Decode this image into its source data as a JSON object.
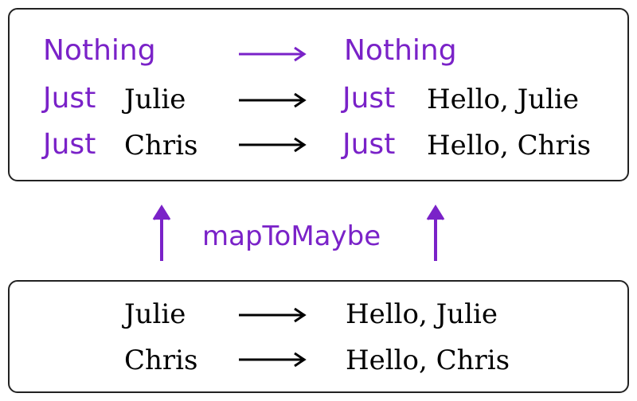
{
  "top_box": {
    "rows": [
      {
        "left_tag": "Nothing",
        "left_value": "",
        "right_tag": "Nothing",
        "right_value": "",
        "arrow_color": "#7a22c8"
      },
      {
        "left_tag": "Just",
        "left_value": "Julie",
        "right_tag": "Just",
        "right_value": "Hello, Julie",
        "arrow_color": "#000000"
      },
      {
        "left_tag": "Just",
        "left_value": "Chris",
        "right_tag": "Just",
        "right_value": "Hello, Chris",
        "arrow_color": "#000000"
      }
    ]
  },
  "middle": {
    "label": "mapToMaybe",
    "color": "#7a22c8"
  },
  "bottom_box": {
    "rows": [
      {
        "left_value": "Julie",
        "right_value": "Hello, Julie"
      },
      {
        "left_value": "Chris",
        "right_value": "Hello, Chris"
      }
    ]
  },
  "colors": {
    "accent": "#7a22c8",
    "text": "#000000",
    "border": "#222222"
  }
}
